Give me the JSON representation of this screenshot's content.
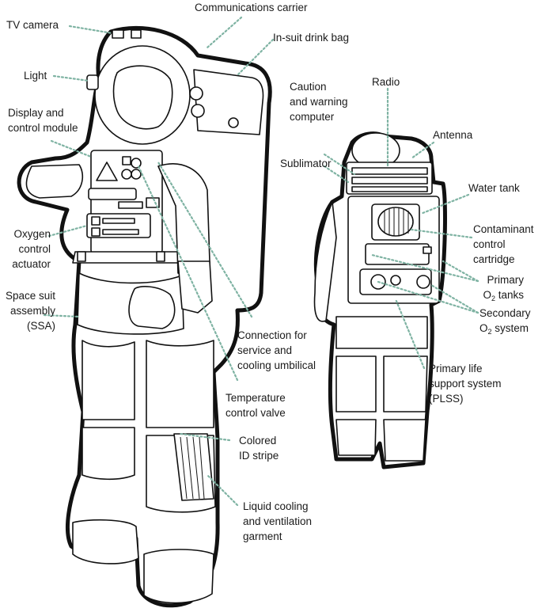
{
  "labels": {
    "tv_camera": "TV camera",
    "communications_carrier": "Communications carrier",
    "in_suit_drink_bag": "In-suit drink bag",
    "light": "Light",
    "display_module": [
      "Display and",
      "control module"
    ],
    "caution_warning": [
      "Caution",
      "and warning",
      "computer"
    ],
    "radio": "Radio",
    "antenna": "Antenna",
    "sublimator": "Sublimator",
    "water_tank": "Water tank",
    "oxygen_actuator": [
      "Oxygen",
      "control",
      "actuator"
    ],
    "contaminant_cartridge": [
      "Contaminant",
      "control",
      "cartridge"
    ],
    "primary_o2": {
      "line1": "Primary",
      "line2_pre": "O",
      "line2_sub": "2",
      "line2_post": " tanks"
    },
    "space_suit": [
      "Space suit",
      "assembly",
      "(SSA)"
    ],
    "secondary_o2": {
      "line1": "Secondary",
      "line2_pre": "O",
      "line2_sub": "2",
      "line2_post": " system"
    },
    "connection_umbilical": [
      "Connection for",
      "service and",
      "cooling umbilical"
    ],
    "plss": [
      "Primary life",
      "support system",
      "(PLSS)"
    ],
    "temperature_valve": [
      "Temperature",
      "control valve"
    ],
    "colored_stripe": [
      "Colored",
      "ID stripe"
    ],
    "liquid_cooling": [
      "Liquid cooling",
      "and ventilation",
      "garment"
    ]
  },
  "colors": {
    "leader": "#7fb3a3",
    "outline": "#111111",
    "fill": "#ffffff"
  }
}
